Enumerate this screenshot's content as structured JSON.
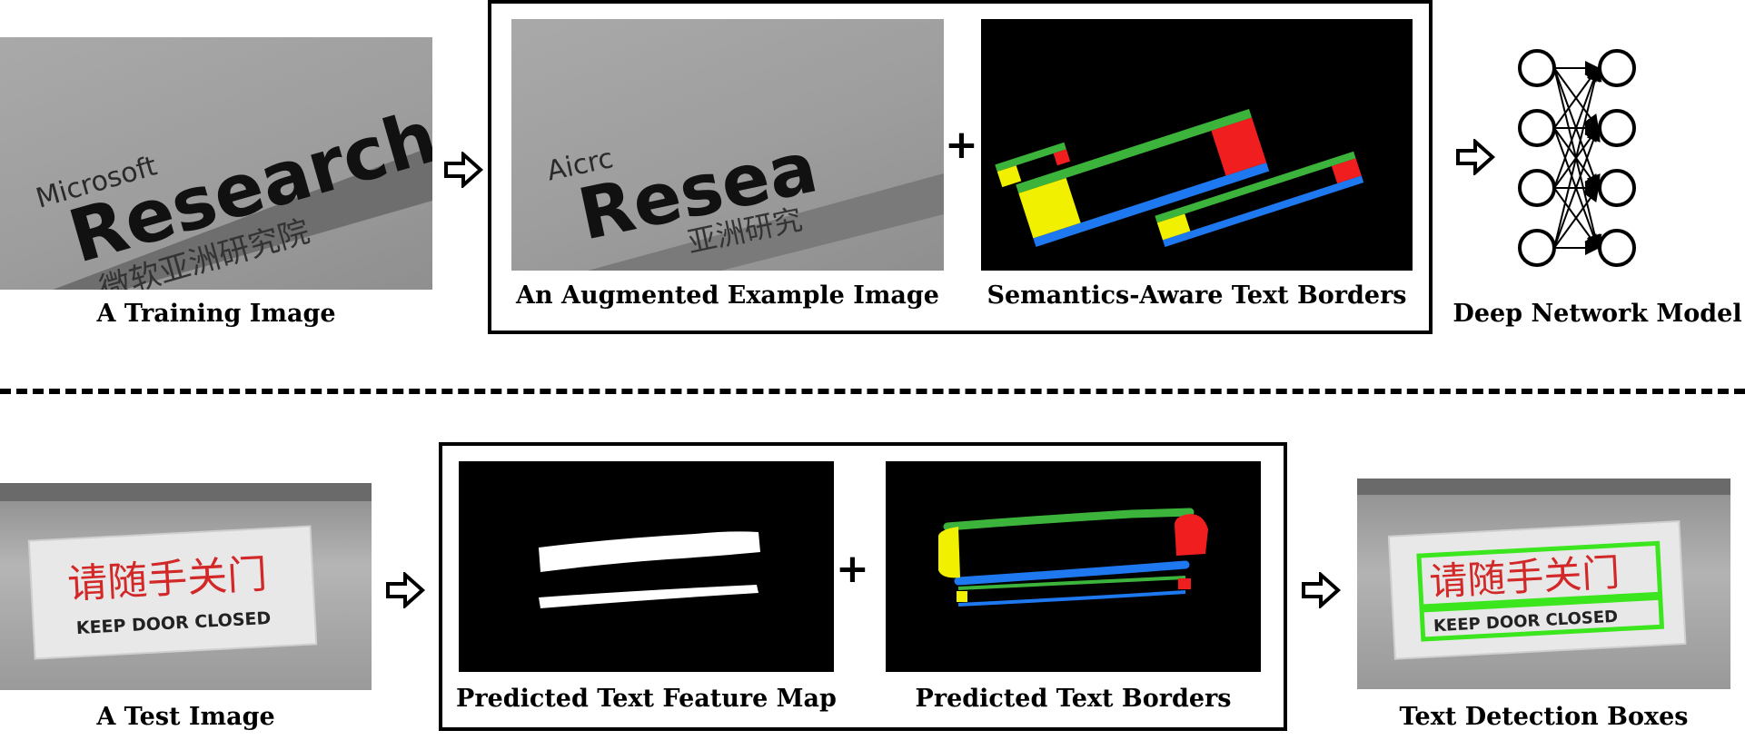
{
  "top_row": {
    "training_image": {
      "caption": "A Training Image",
      "text_en_small": "Microsoft",
      "text_en_large": "Research",
      "text_cn": "微软亚洲研究院"
    },
    "augmented_image": {
      "caption": "An Augmented Example Image",
      "text_en_small": "Aicrc",
      "text_en_large": "Resea",
      "text_cn": "亚洲研究"
    },
    "text_borders": {
      "caption": "Semantics-Aware Text Borders"
    },
    "network": {
      "caption": "Deep Network Model"
    },
    "plus": "+"
  },
  "bottom_row": {
    "test_image": {
      "caption": "A Test Image",
      "sign_cn": "请随手关门",
      "sign_en": "KEEP DOOR CLOSED"
    },
    "feature_map": {
      "caption": "Predicted Text Feature Map"
    },
    "pred_borders": {
      "caption": "Predicted Text Borders"
    },
    "detection": {
      "caption": "Text Detection Boxes",
      "sign_cn": "请随手关门",
      "sign_en": "KEEP DOOR CLOSED"
    },
    "plus": "+"
  },
  "colors": {
    "border_top": "#3cb43c",
    "border_bottom": "#1e78f0",
    "border_left": "#f0f000",
    "border_right": "#f01e1e",
    "sign_red": "#d22828",
    "detection_box": "#3ce61e"
  }
}
